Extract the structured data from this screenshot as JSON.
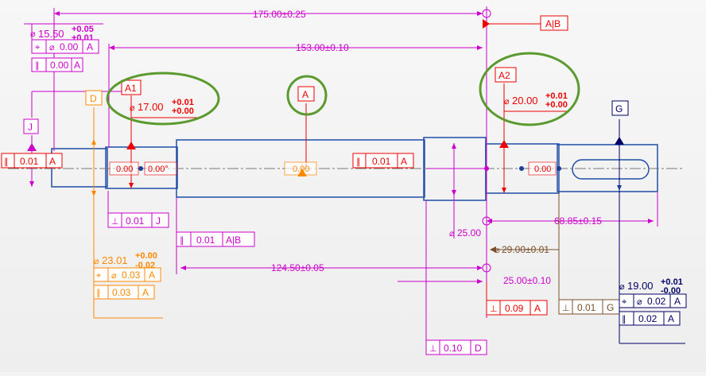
{
  "colors": {
    "magenta": "#cc00cc",
    "red": "#ee0000",
    "orange": "#ff8800",
    "blue": "#1c3f94",
    "navy": "#000066",
    "brown": "#7a4e2a",
    "green": "#5a9a2e",
    "part": "#1f4ea8"
  },
  "dimensions": {
    "overall": "175.00±0.25",
    "between": "153.00±0.10",
    "from_a1": "124.50±0.05",
    "keyway": "68.85±0.15",
    "step": "29.00±0.01",
    "short": "25.00±0.10",
    "dia25": "25.00"
  },
  "diameters": {
    "d15": {
      "nominal": "15.50",
      "upper": "+0.05",
      "lower": "+0.01"
    },
    "d17": {
      "nominal": "17.00",
      "upper": "+0.01",
      "lower": "+0.00"
    },
    "d20": {
      "nominal": "20.00",
      "upper": "+0.01",
      "lower": "+0.00"
    },
    "d23": {
      "nominal": "23.01",
      "upper": "+0.00",
      "lower": "-0.02"
    },
    "d19": {
      "nominal": "19.00",
      "upper": "+0.01",
      "lower": "-0.00"
    }
  },
  "datums": {
    "a1": "A1",
    "a": "A",
    "a2": "A2",
    "ab": "A|B",
    "d": "D",
    "j": "J",
    "g": "G"
  },
  "frames": {
    "pos_15": {
      "value": "0.00",
      "datum": "A"
    },
    "par_15": {
      "value": "0.00",
      "datum": "A"
    },
    "par_left": {
      "value": "0.01",
      "datum": "A"
    },
    "perp_j": {
      "value": "0.01",
      "datum": "J"
    },
    "par_ab": {
      "value": "0.01",
      "datum": "A|B"
    },
    "pos_23": {
      "value": "0.03",
      "datum": "A"
    },
    "par_23": {
      "value": "0.03",
      "datum": "A"
    },
    "par_mid": {
      "value": "0.01",
      "datum": "A"
    },
    "perp_d": {
      "value": "0.10",
      "datum": "D"
    },
    "perp_a": {
      "value": "0.09",
      "datum": "A"
    },
    "perp_g": {
      "value": "0.01",
      "datum": "G"
    },
    "pos_19": {
      "value": "0.02",
      "datum": "A"
    },
    "par_19": {
      "value": "0.02",
      "datum": "A"
    }
  },
  "axis_labels": {
    "left1": "0.00",
    "left2": "0.00°",
    "mid": "0.00",
    "right": "0.00"
  }
}
